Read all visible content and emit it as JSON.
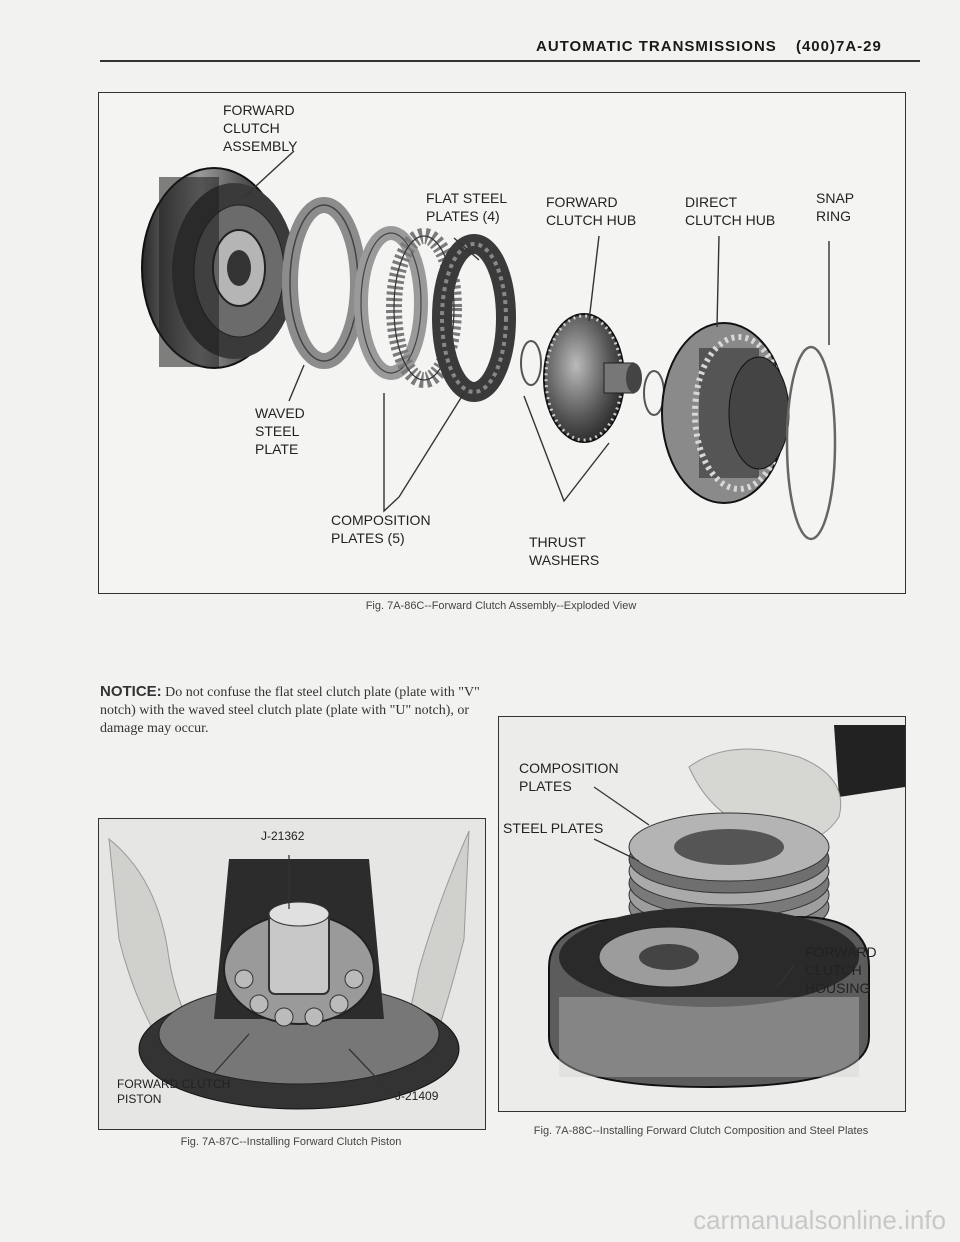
{
  "header": {
    "title": "AUTOMATIC TRANSMISSIONS",
    "page_number": "(400)7A-29"
  },
  "fig_86c": {
    "labels": {
      "forward_clutch_assembly": "FORWARD CLUTCH ASSEMBLY",
      "flat_steel_plates": "FLAT STEEL PLATES (4)",
      "forward_clutch_hub": "FORWARD CLUTCH HUB",
      "direct_clutch_hub": "DIRECT CLUTCH HUB",
      "snap_ring": "SNAP RING",
      "waved_steel_plate": "WAVED STEEL PLATE",
      "composition_plates": "COMPOSITION PLATES (5)",
      "thrust_washers": "THRUST WASHERS"
    },
    "caption": "Fig. 7A-86C--Forward Clutch Assembly--Exploded View"
  },
  "notice": {
    "label": "NOTICE:",
    "text": "Do not confuse the flat steel clutch plate (plate with \"V\" notch) with the waved steel clutch plate (plate with \"U\" notch), or damage may occur."
  },
  "fig_87c": {
    "labels": {
      "tool_upper": "J-21362",
      "forward_clutch_piston": "FORWARD CLUTCH PISTON",
      "tool_lower": "J-21409"
    },
    "caption": "Fig. 7A-87C--Installing Forward Clutch Piston"
  },
  "fig_88c": {
    "labels": {
      "composition_plates": "COMPOSITION PLATES",
      "steel_plates": "STEEL PLATES",
      "forward_clutch_housing": "FORWARD CLUTCH HOUSING"
    },
    "caption": "Fig. 7A-88C--Installing Forward Clutch Composition and Steel Plates"
  },
  "watermark": "carmanualsonline.info"
}
